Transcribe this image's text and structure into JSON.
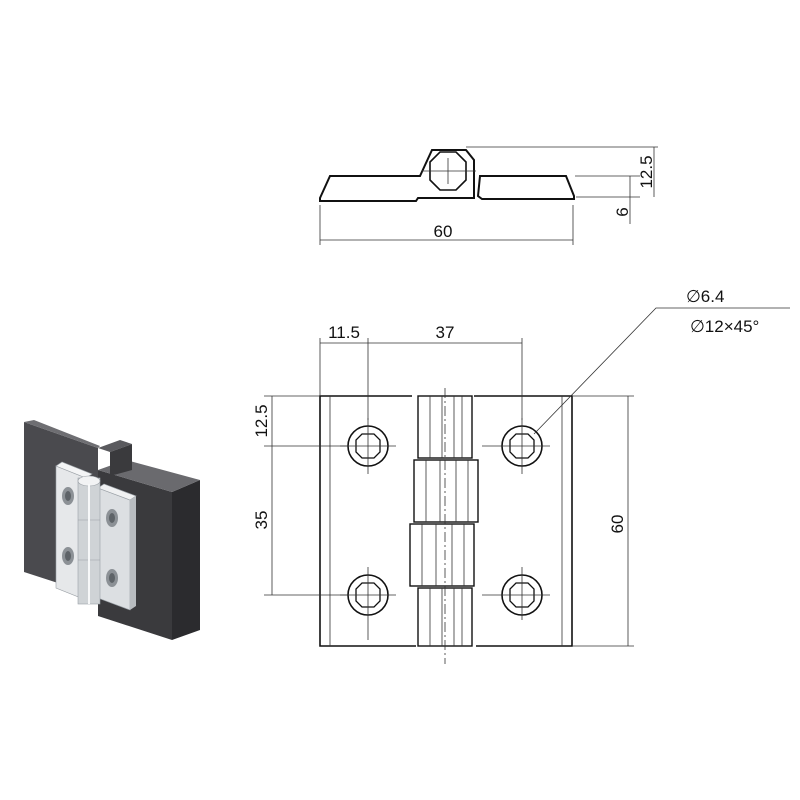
{
  "top_view": {
    "dim_width": "60",
    "dim_total_height": "12.5",
    "dim_leaf_thickness": "6"
  },
  "front_view": {
    "dim_hole_edge": "11.5",
    "dim_hole_spacing_h": "37",
    "dim_hole_top": "12.5",
    "dim_hole_spacing_v": "35",
    "dim_height": "60",
    "callout_hole": "∅6.4",
    "callout_countersink": "∅12×45°"
  },
  "colors": {
    "line": "#111111",
    "profile_dark": "#3a3a3d",
    "hinge_light": "#e6e8ea"
  }
}
